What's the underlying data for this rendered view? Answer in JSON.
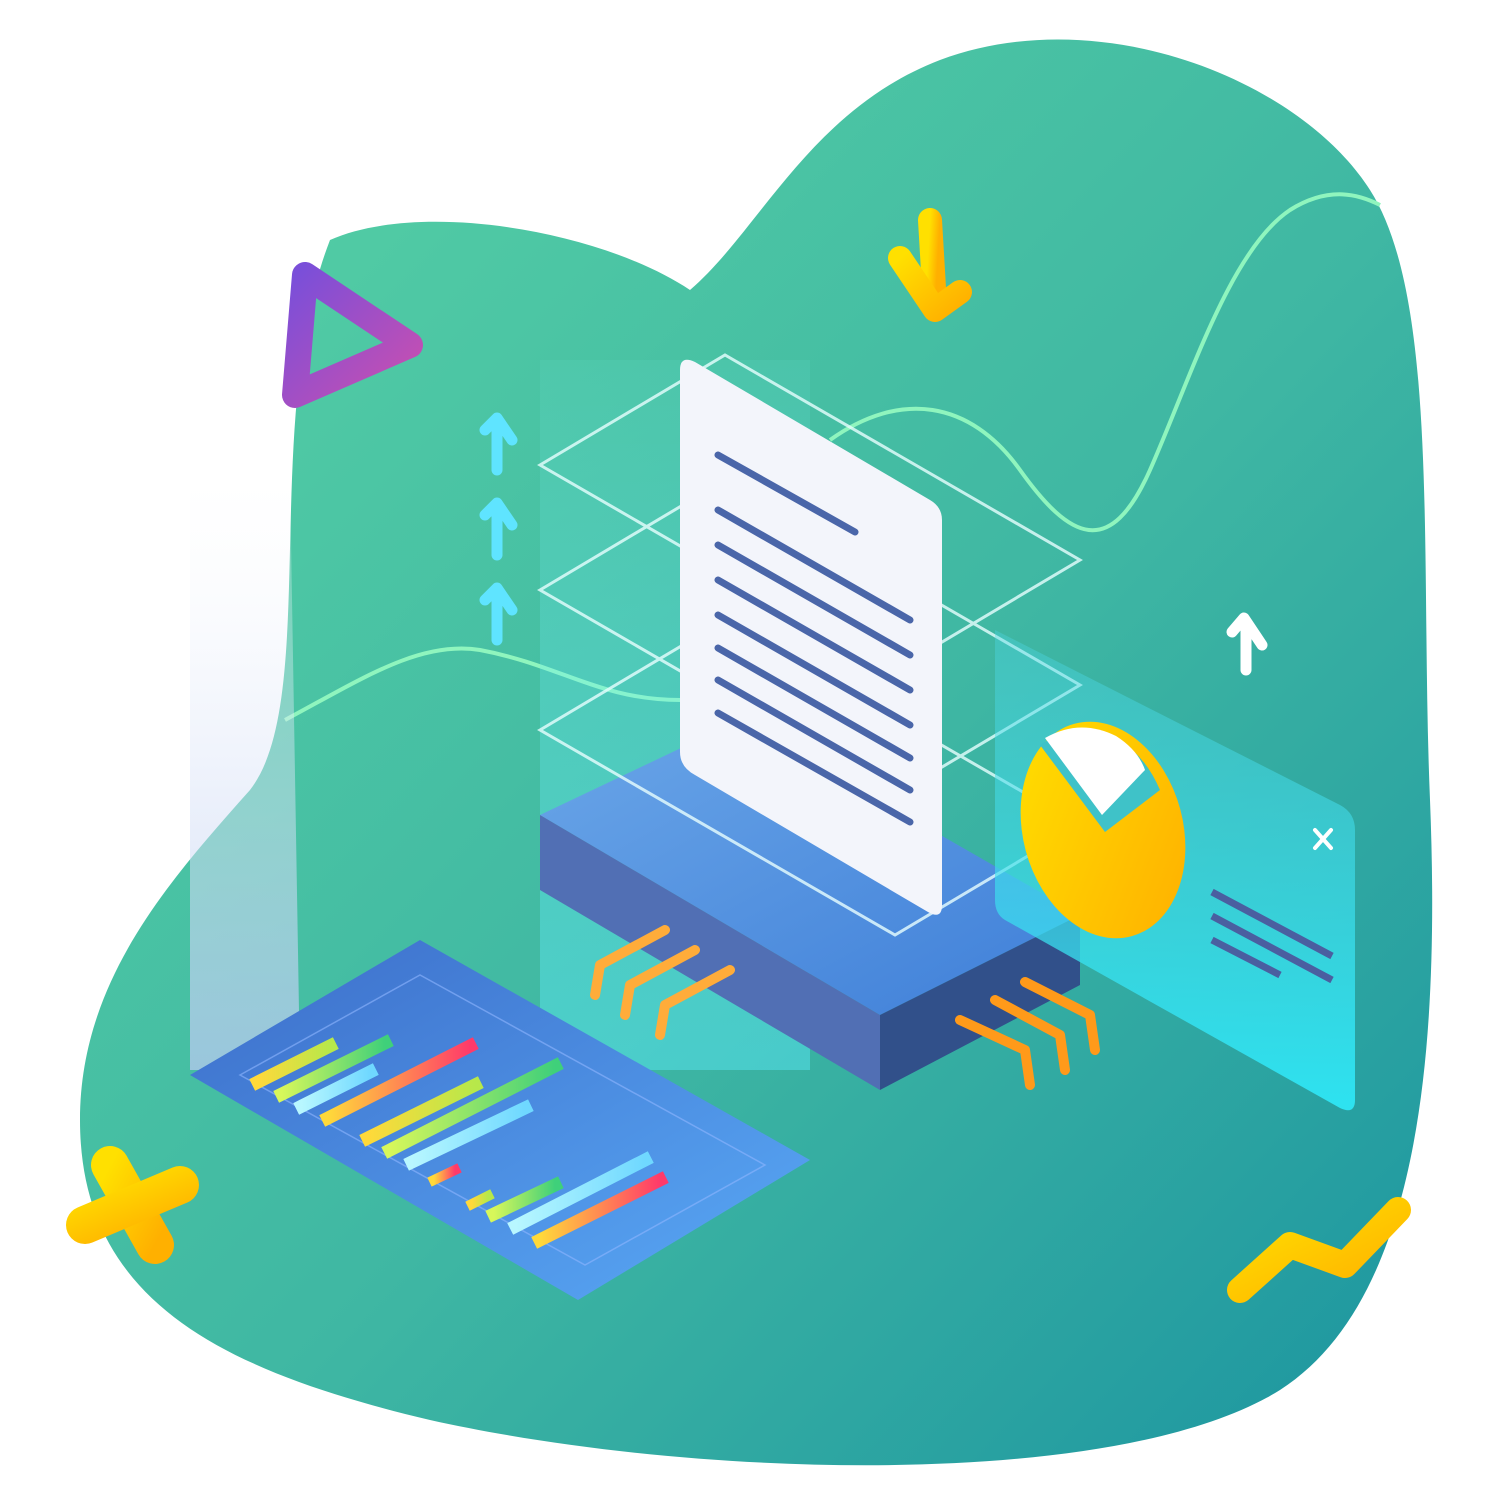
{
  "illustration": {
    "theme": "isometric data processing / document analysis illustration",
    "colors": {
      "blob_light": "#57d1a6",
      "blob_dark": "#1f9aa0",
      "curve_line": "#8ff5be",
      "glass": "#5fe6f2",
      "chip_top": "#5a9ee4",
      "chip_side_left": "#4e6fb6",
      "chip_side_right": "#2f4f86",
      "connector": "#ffb347",
      "document": "#f4f6fb",
      "document_lines": "#4867a8",
      "accent_yellow": "#ffd200",
      "accent_orange": "#ffb000",
      "accent_purple": "#a24cc4",
      "panel": "#2ec8e4"
    },
    "icons": [
      "triangle-play-icon",
      "arrow-down-icon",
      "arrow-up-icon",
      "plus-icon",
      "zigzag-icon",
      "pie-chart-icon",
      "document-icon",
      "bar-chart-icon",
      "chip-icon"
    ],
    "document_line_count": 8,
    "panel_line_count": 3,
    "bar_rows": 6,
    "pie_chart_slice_removed_fraction": 0.12
  }
}
